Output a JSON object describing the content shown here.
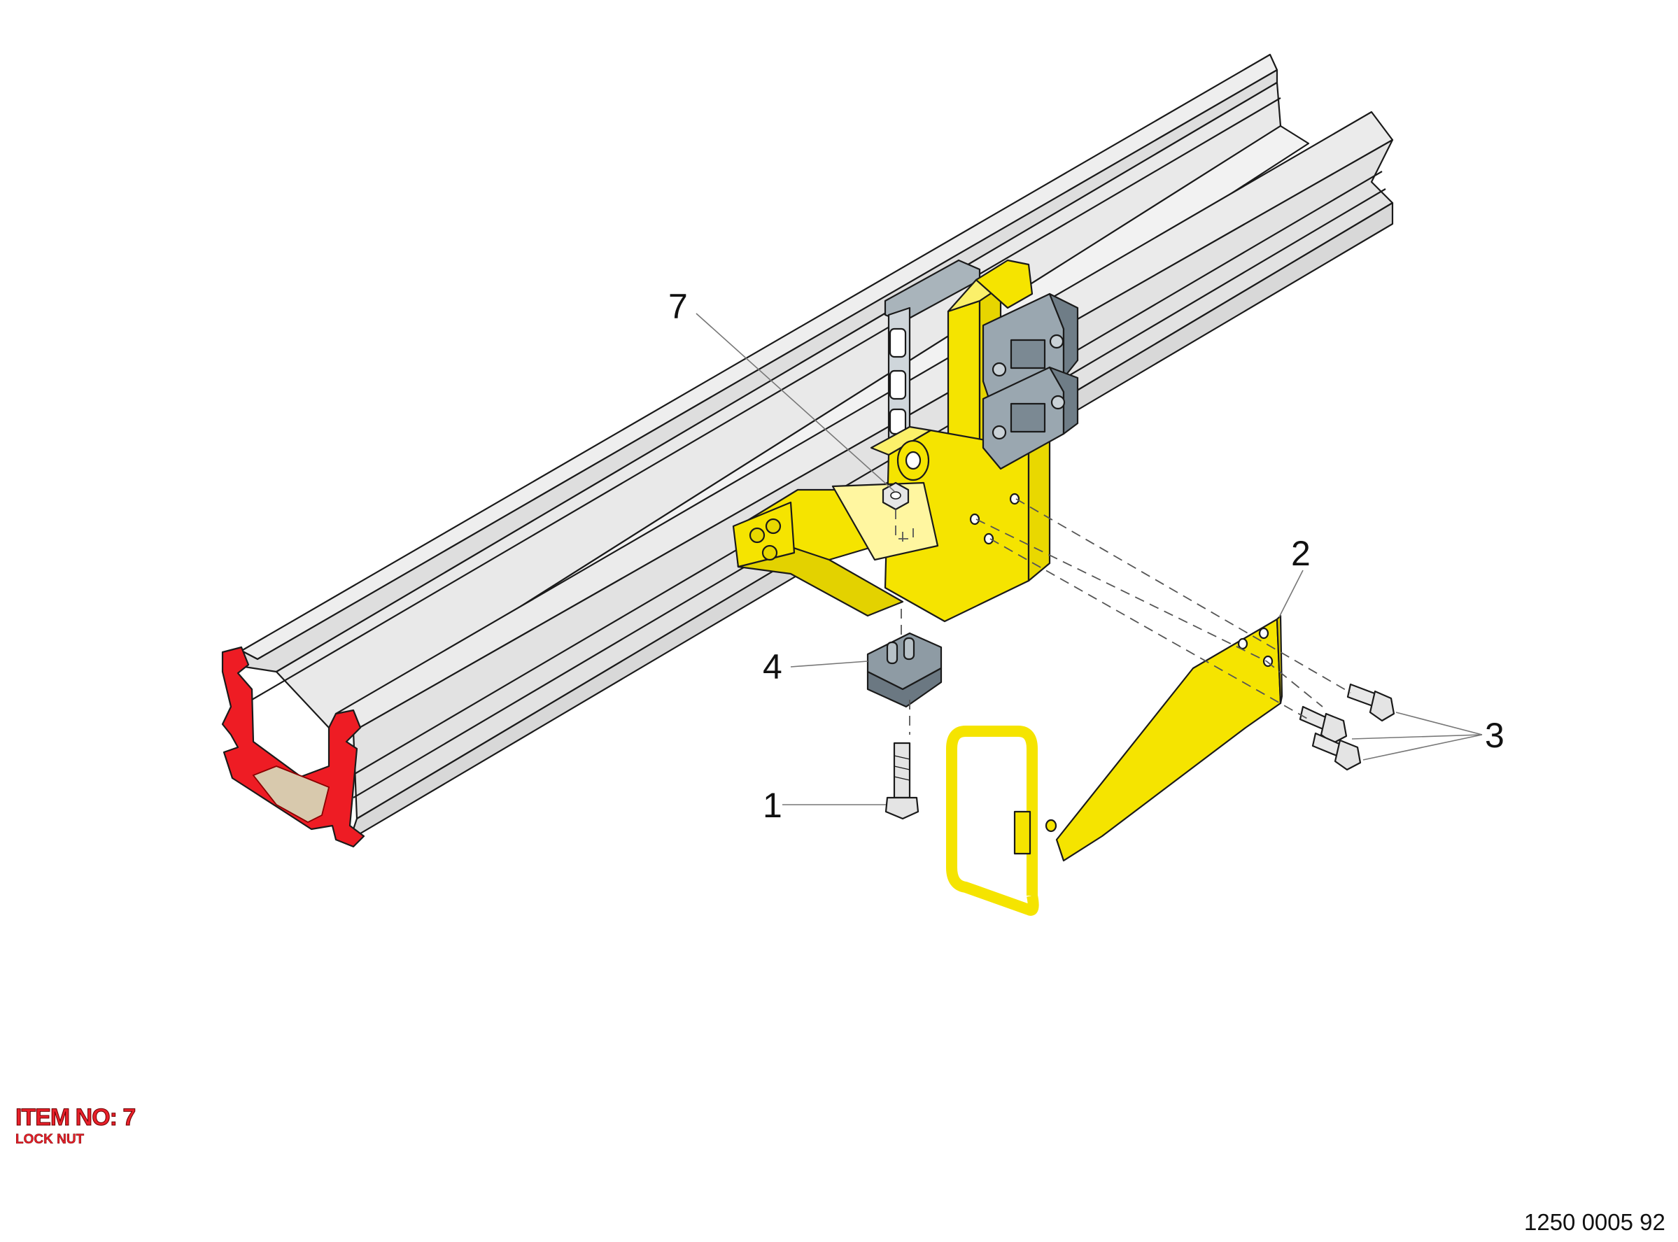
{
  "diagram": {
    "callouts": [
      {
        "id": "7",
        "label": "7"
      },
      {
        "id": "2",
        "label": "2"
      },
      {
        "id": "4",
        "label": "4"
      },
      {
        "id": "3",
        "label": "3"
      },
      {
        "id": "1",
        "label": "1"
      }
    ],
    "colors": {
      "bracket": "#f5e400",
      "rail": "#e6e6e6",
      "clamp": "#8c9aa4",
      "section": "#ee1c24",
      "outline": "#1a1a1a"
    }
  },
  "item_info": {
    "title": "ITEM NO: 7",
    "subtitle": "LOCK NUT"
  },
  "document_number": "1250 0005 92"
}
